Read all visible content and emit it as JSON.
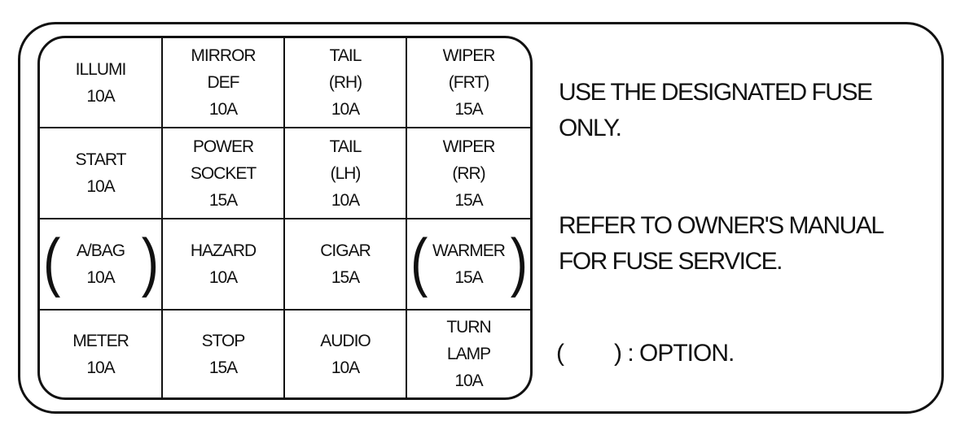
{
  "fuse_grid": [
    [
      {
        "lines": [
          "ILLUMI",
          "10A"
        ],
        "option": false
      },
      {
        "lines": [
          "MIRROR",
          "DEF",
          "10A"
        ],
        "option": false
      },
      {
        "lines": [
          "TAIL",
          "(RH)",
          "10A"
        ],
        "option": false
      },
      {
        "lines": [
          "WIPER",
          "(FRT)",
          "15A"
        ],
        "option": false
      }
    ],
    [
      {
        "lines": [
          "START",
          "10A"
        ],
        "option": false
      },
      {
        "lines": [
          "POWER",
          "SOCKET",
          "15A"
        ],
        "option": false
      },
      {
        "lines": [
          "TAIL",
          "(LH)",
          "10A"
        ],
        "option": false
      },
      {
        "lines": [
          "WIPER",
          "(RR)",
          "15A"
        ],
        "option": false
      }
    ],
    [
      {
        "lines": [
          "A/BAG",
          "10A"
        ],
        "option": true
      },
      {
        "lines": [
          "HAZARD",
          "10A"
        ],
        "option": false
      },
      {
        "lines": [
          "CIGAR",
          "15A"
        ],
        "option": false
      },
      {
        "lines": [
          "WARMER",
          "15A"
        ],
        "option": true
      }
    ],
    [
      {
        "lines": [
          "METER",
          "10A"
        ],
        "option": false
      },
      {
        "lines": [
          "STOP",
          "15A"
        ],
        "option": false
      },
      {
        "lines": [
          "AUDIO",
          "10A"
        ],
        "option": false
      },
      {
        "lines": [
          "TURN",
          "LAMP",
          "10A"
        ],
        "option": false
      }
    ]
  ],
  "notes": {
    "designated": [
      "USE THE DESIGNATED FUSE",
      "ONLY."
    ],
    "manual": [
      "REFER TO OWNER'S MANUAL",
      "FOR FUSE SERVICE."
    ],
    "option_open": "(",
    "option_close": ")",
    "option_text": ": OPTION."
  }
}
